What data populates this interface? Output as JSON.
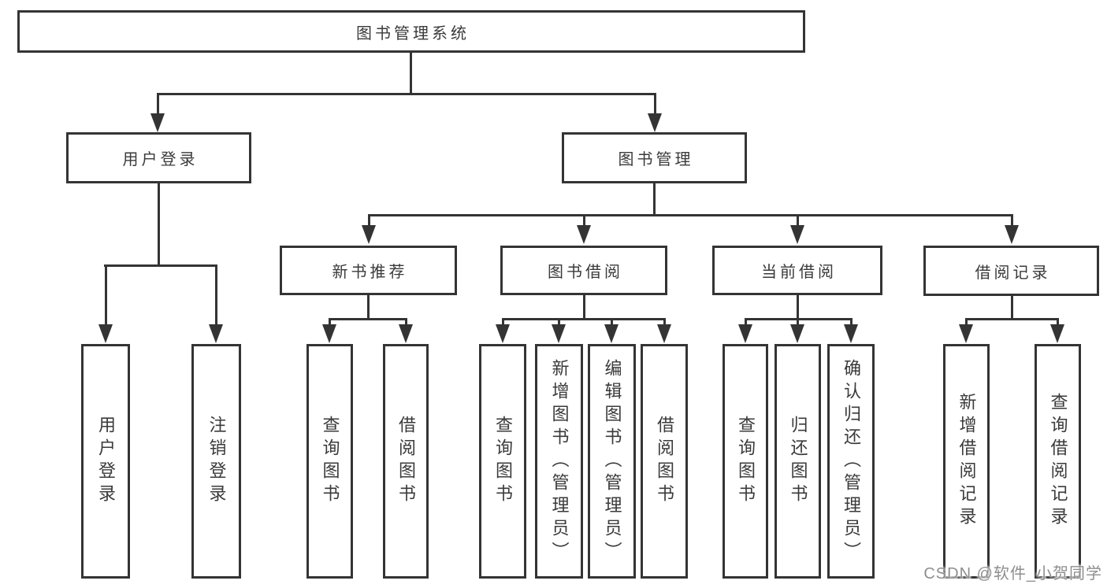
{
  "tree": {
    "root": {
      "label": "图书管理系统"
    },
    "branches": [
      {
        "label": "用户登录",
        "children": [
          {
            "label": "用户登录"
          },
          {
            "label": "注销登录"
          }
        ]
      },
      {
        "label": "图书管理",
        "children": [
          {
            "label": "新书推荐",
            "children": [
              {
                "label": "查询图书"
              },
              {
                "label": "借阅图书"
              }
            ]
          },
          {
            "label": "图书借阅",
            "children": [
              {
                "label": "查询图书"
              },
              {
                "label": "新增图书（管理员）"
              },
              {
                "label": "编辑图书（管理员）"
              },
              {
                "label": "借阅图书"
              }
            ]
          },
          {
            "label": "当前借阅",
            "children": [
              {
                "label": "查询图书"
              },
              {
                "label": "归还图书"
              },
              {
                "label": "确认归还（管理员）"
              }
            ]
          },
          {
            "label": "借阅记录",
            "children": [
              {
                "label": "新增借阅记录"
              },
              {
                "label": "查询借阅记录"
              }
            ]
          }
        ]
      }
    ]
  },
  "watermark": {
    "text": "CSDN @软件_小贺同学",
    "color": "#8e8e8e"
  },
  "style": {
    "line_color": "#343434",
    "text_color": "#3a3a3a",
    "background": "#ffffff"
  }
}
